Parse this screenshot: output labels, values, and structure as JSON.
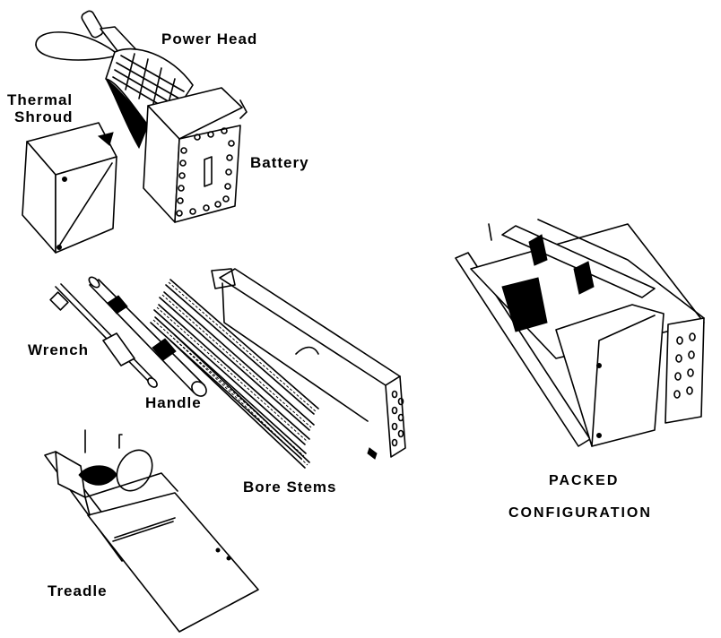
{
  "figure": {
    "labels": {
      "power_head": "Power Head",
      "thermal_shroud_line1": "Thermal",
      "thermal_shroud_line2": "Shroud",
      "battery": "Battery",
      "wrench": "Wrench",
      "handle": "Handle",
      "bore_stems": "Bore Stems",
      "treadle": "Treadle",
      "packed_line1": "PACKED",
      "packed_line2": "CONFIGURATION"
    },
    "colors": {
      "ink": "#000000",
      "paper": "#ffffff"
    }
  }
}
